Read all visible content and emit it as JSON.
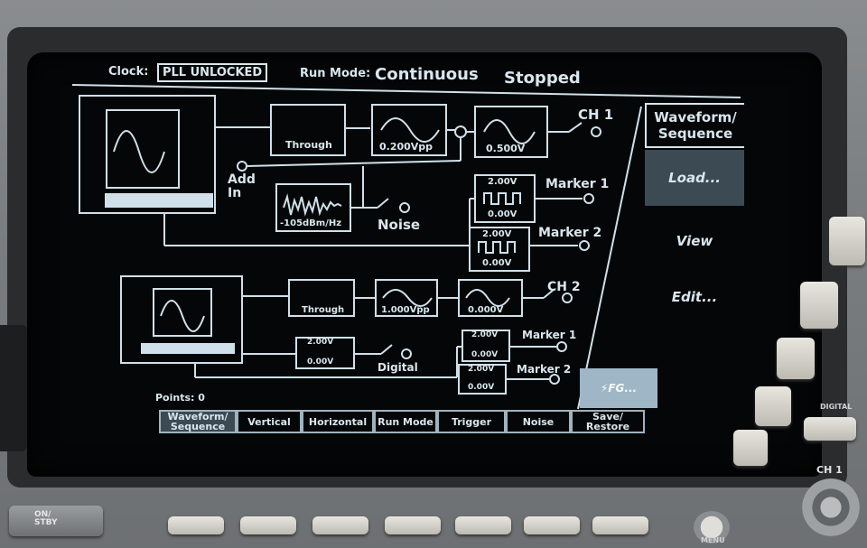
{
  "status_bar": {
    "clock_label": "Clock:",
    "clock_value": "PLL UNLOCKED",
    "run_mode_label": "Run Mode:",
    "run_mode_value": "Continuous",
    "state": "Stopped"
  },
  "ch1": {
    "filter_label": "Through",
    "amplitude": "0.200Vpp",
    "offset": "0.500V",
    "output_label": "CH 1",
    "add_in_label": "Add\nIn",
    "noise_level": "-105dBm/Hz",
    "noise_label": "Noise",
    "marker1": {
      "label": "Marker 1",
      "high": "2.00V",
      "low": "0.00V"
    },
    "marker2": {
      "label": "Marker 2",
      "high": "2.00V",
      "low": "0.00V"
    }
  },
  "ch2": {
    "filter_label": "Through",
    "amplitude": "1.000Vpp",
    "offset": "0.000V",
    "output_label": "CH 2",
    "digital_high": "2.00V",
    "digital_low": "0.00V",
    "digital_label": "Digital",
    "marker1": {
      "label": "Marker 1",
      "high": "2.00V",
      "low": "0.00V"
    },
    "marker2": {
      "label": "Marker 2",
      "high": "2.00V",
      "low": "0.00V"
    }
  },
  "points_label": "Points: 0",
  "side_menu": [
    {
      "label": "Waveform/ Sequence"
    },
    {
      "label": "Load..."
    },
    {
      "label": "View"
    },
    {
      "label": "Edit..."
    },
    {
      "label": ""
    },
    {
      "label": "FG..."
    }
  ],
  "bottom_menu": [
    {
      "label": "Waveform/ Sequence"
    },
    {
      "label": "Vertical"
    },
    {
      "label": "Horizontal"
    },
    {
      "label": "Run Mode"
    },
    {
      "label": "Trigger"
    },
    {
      "label": "Noise"
    },
    {
      "label": "Save/ Restore"
    }
  ],
  "panel": {
    "onoff_label": "ON/ STBY",
    "digital_label": "DIGITAL",
    "ch1_label": "CH 1",
    "menu_label": "MENU"
  },
  "colors": {
    "screen_fg": "#d8e6ee",
    "screen_bg": "#050607",
    "highlight": "#9fb6c6"
  }
}
